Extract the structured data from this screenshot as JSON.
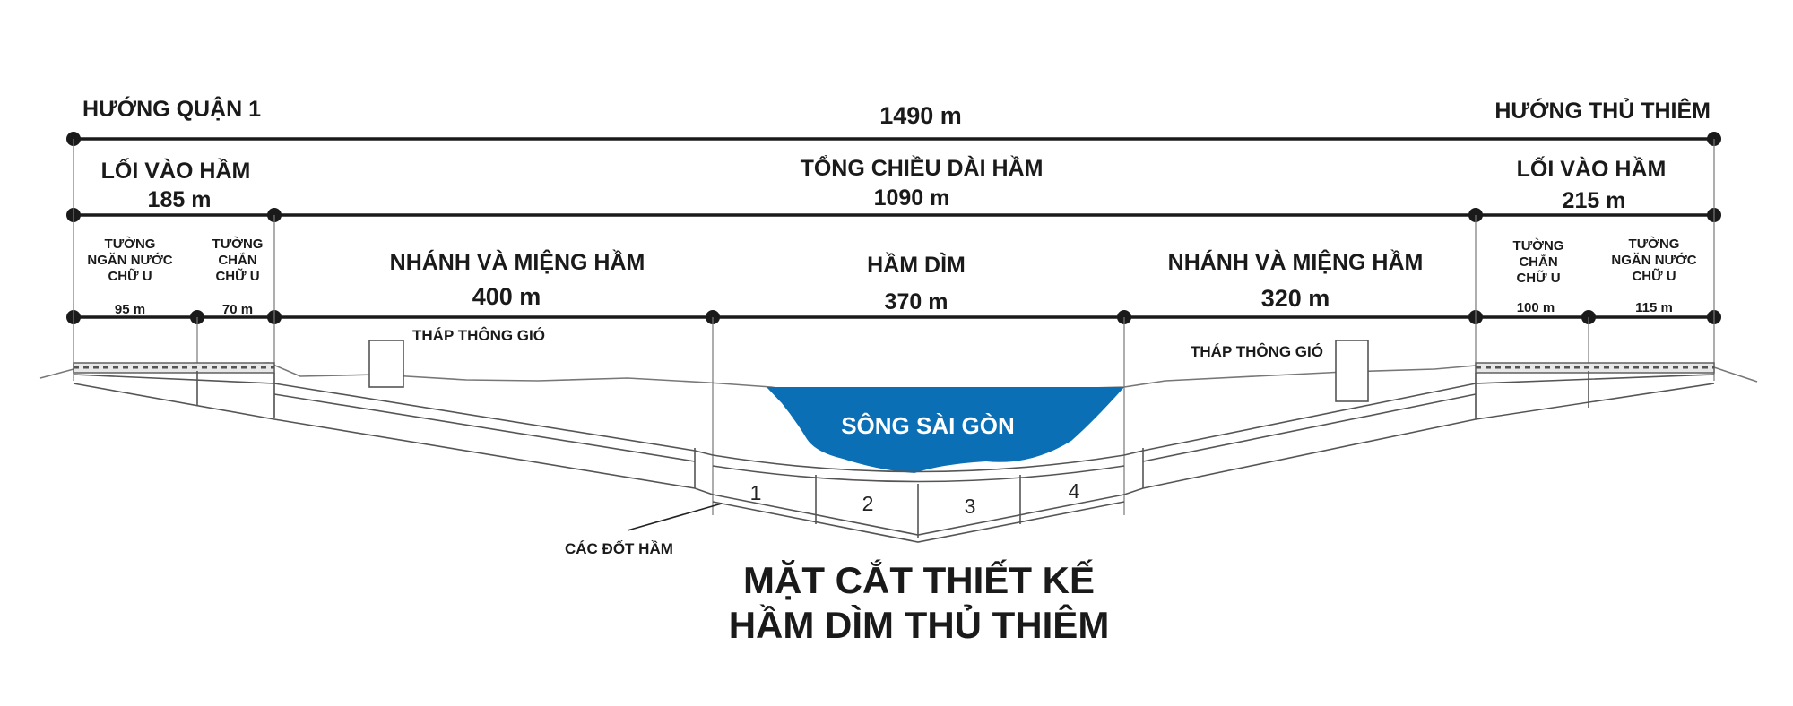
{
  "directions": {
    "left": "HƯỚNG QUẬN 1",
    "right": "HƯỚNG THỦ THIÊM"
  },
  "total_length": "1490 m",
  "tunnel_total": {
    "label": "TỔNG CHIỀU DÀI HẦM",
    "value": "1090 m"
  },
  "entrance_left": {
    "label": "LỐI VÀO HẦM",
    "value": "185 m"
  },
  "entrance_right": {
    "label": "LỐI VÀO HẦM",
    "value": "215 m"
  },
  "segments_left": [
    {
      "lines": [
        "TƯỜNG",
        "NGĂN NƯỚC",
        "CHỮ U"
      ],
      "value": "95 m"
    },
    {
      "lines": [
        "TƯỜNG",
        "CHẮN",
        "CHỮ U"
      ],
      "value": "70 m"
    }
  ],
  "segments_right": [
    {
      "lines": [
        "TƯỜNG",
        "CHẮN",
        "CHỮ U"
      ],
      "value": "100 m"
    },
    {
      "lines": [
        "TƯỜNG",
        "NGĂN NƯỚC",
        "CHỮ U"
      ],
      "value": "115 m"
    }
  ],
  "branch_left": {
    "label": "NHÁNH VÀ MIỆNG HẦM",
    "value": "400 m"
  },
  "immersed": {
    "label": "HẦM DÌM",
    "value": "370 m"
  },
  "branch_right": {
    "label": "NHÁNH VÀ MIỆNG HẦM",
    "value": "320 m"
  },
  "vent_left": "THÁP THÔNG GIÓ",
  "vent_right": "THÁP THÔNG GIÓ",
  "river": {
    "label": "SÔNG SÀI GÒN",
    "color": "#0a6fb5"
  },
  "tunnel_elements_label": "CÁC ĐỐT HẦM",
  "tunnel_elements": [
    "1",
    "2",
    "3",
    "4"
  ],
  "title": {
    "line1": "MẶT CẮT THIẾT KẾ",
    "line2": "HẦM DÌM THỦ THIÊM"
  }
}
